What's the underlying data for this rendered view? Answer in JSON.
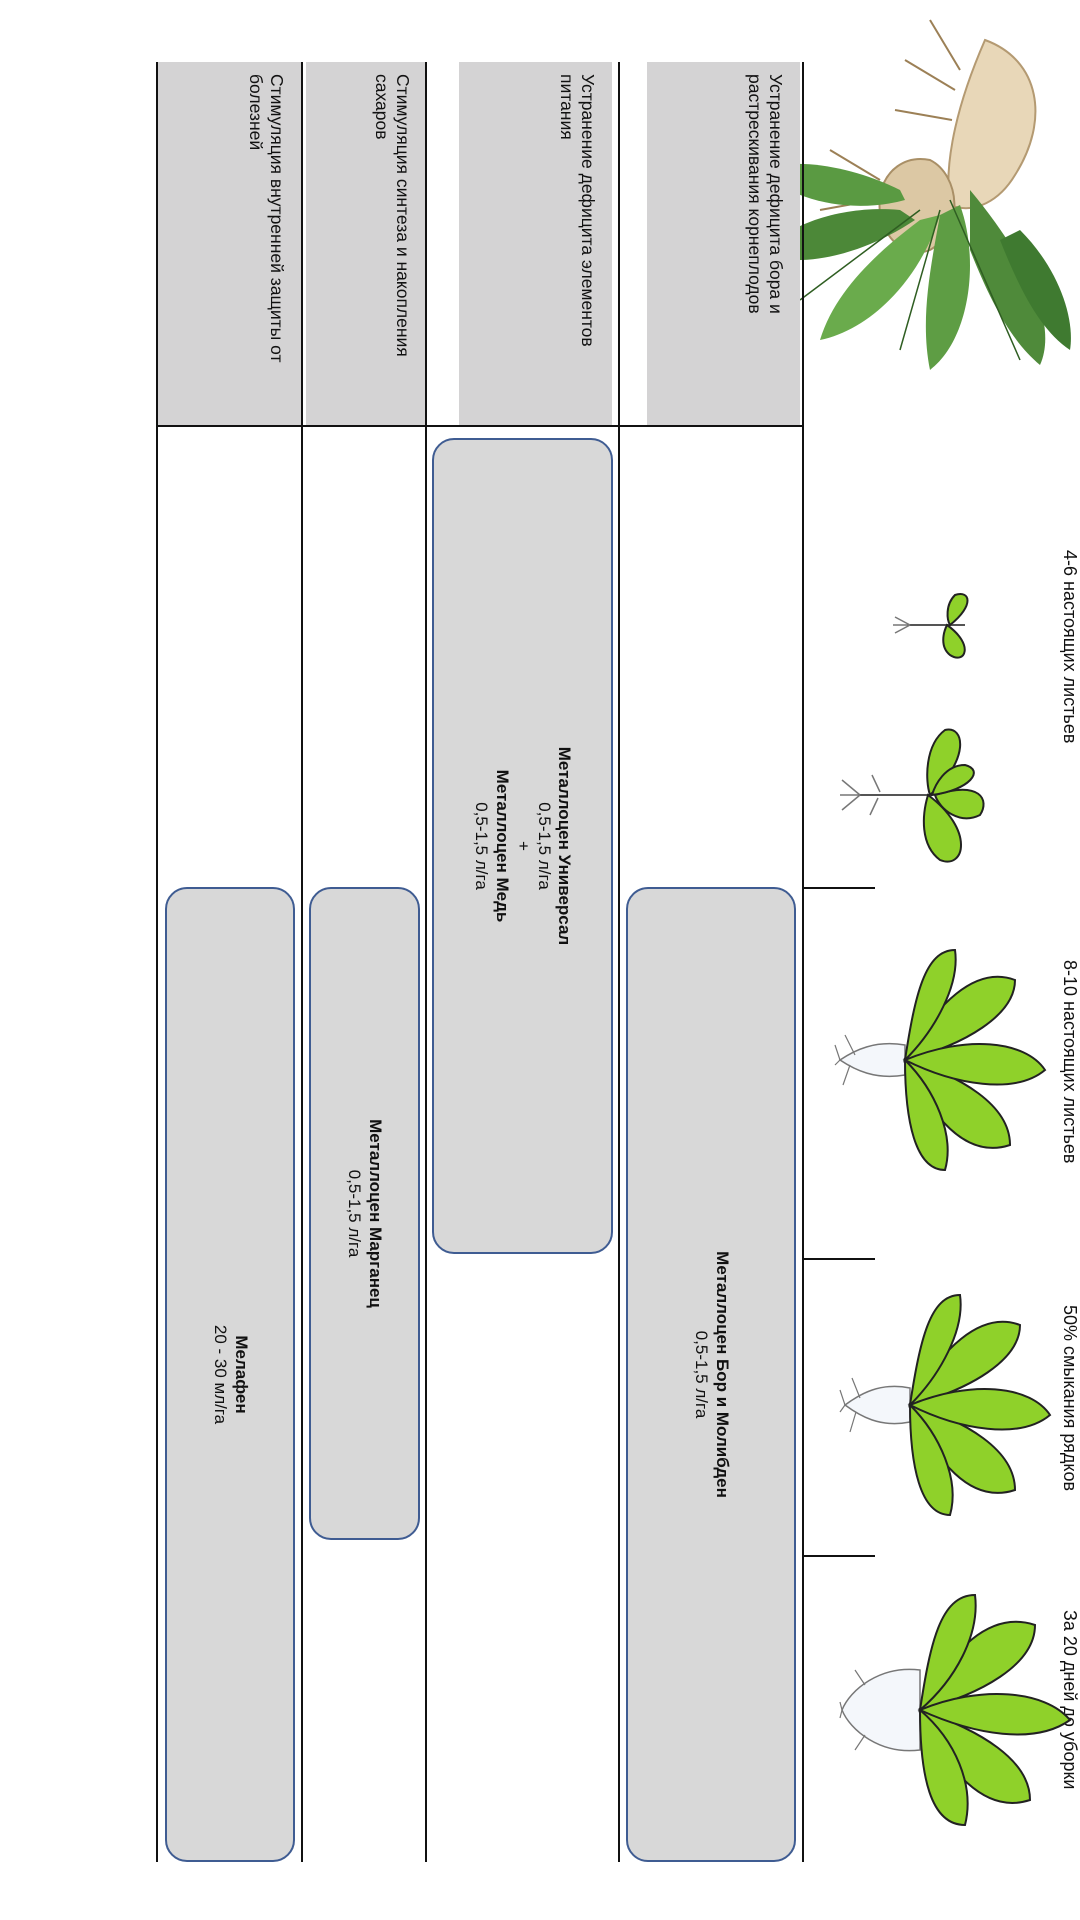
{
  "categories": [
    {
      "text": "Устранение дефицита бора и растрескивания корнеплодов"
    },
    {
      "text": "Устранение дефицита элементов питания"
    },
    {
      "text": "Стимуляция синтеза и накопления сахаров"
    },
    {
      "text": "Стимуляция внутренней защиты от болезней"
    }
  ],
  "stages": [
    {
      "label": "4-6 настоящих листьев"
    },
    {
      "label": "8-10 настоящих листьев"
    },
    {
      "label": "50% смыкания рядков"
    },
    {
      "label": "За 20 дней до уборки"
    }
  ],
  "treatments": {
    "bor": {
      "name": "Металлоцен Бор и Молибден",
      "dose": "0,5-1,5 л/га"
    },
    "universal": {
      "name1": "Металлоцен Универсал",
      "dose1": "0,5-1,5 л/га",
      "plus": "+",
      "name2": "Металлоцен Медь",
      "dose2": "0,5-1,5 л/га"
    },
    "marganec": {
      "name": "Металлоцен Марганец",
      "dose": "0,5-1,5 л/га"
    },
    "melafen": {
      "name": "Мелафен",
      "dose": "20 - 30 мл/га"
    }
  },
  "colors": {
    "header_fill": "#d4d3d4",
    "box_fill": "#d8d8d8",
    "box_border": "#3f5c92",
    "leaf_green": "#8fd12a"
  }
}
